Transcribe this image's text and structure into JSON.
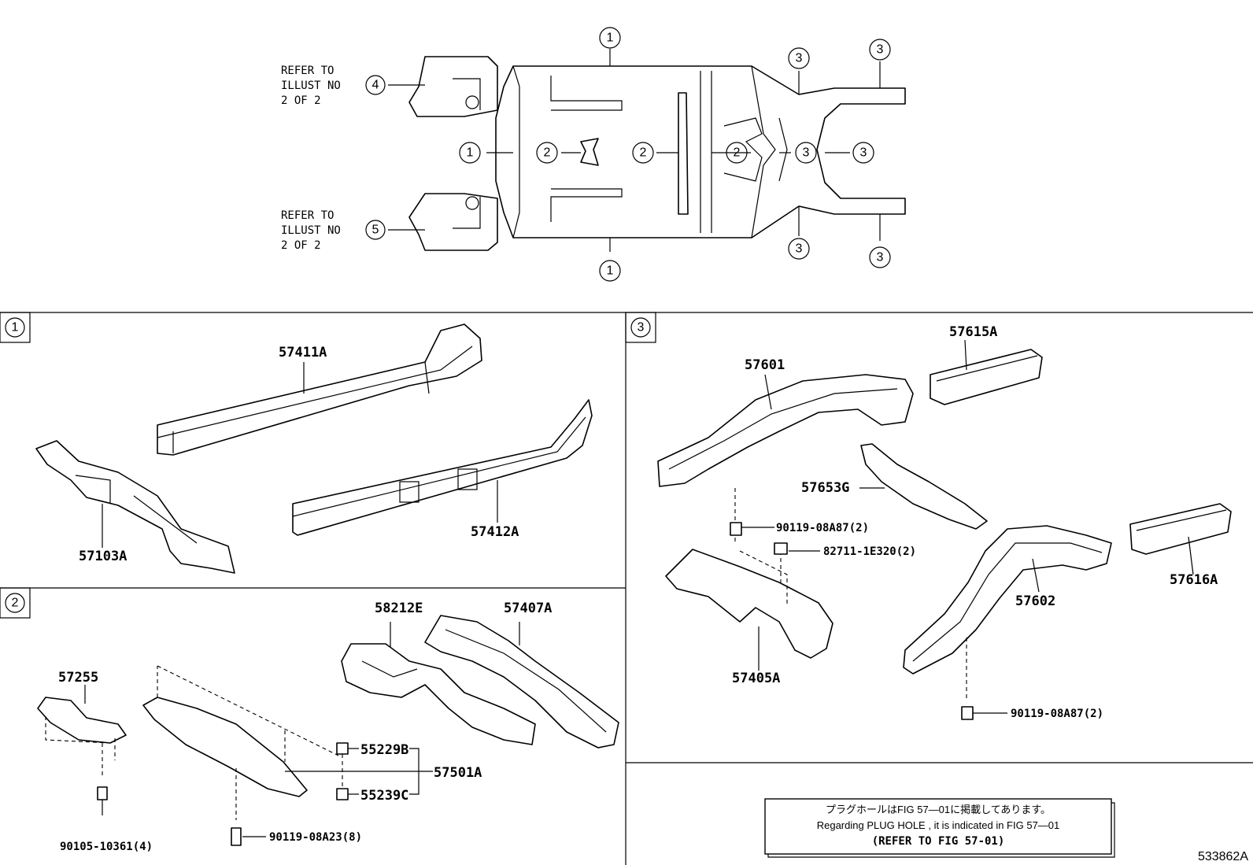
{
  "overview": {
    "callout_4": "4",
    "callout_5": "5",
    "refer_top": [
      "REFER TO",
      "ILLUST NO",
      "2 OF 2"
    ],
    "refer_bottom": [
      "REFER TO",
      "ILLUST NO",
      "2 OF 2"
    ],
    "callout_1": "1",
    "callout_2": "2",
    "callout_3": "3"
  },
  "sections": {
    "s1": {
      "id": "1",
      "parts": {
        "a": "57411A",
        "b": "57412A",
        "c": "57103A"
      }
    },
    "s2": {
      "id": "2",
      "parts": {
        "a": "58212E",
        "b": "57407A",
        "c": "57255",
        "d": "55229B",
        "e": "57501A",
        "f": "55239C",
        "g": "90105-10361(4)",
        "h": "90119-08A23(8)"
      }
    },
    "s3": {
      "id": "3",
      "parts": {
        "a": "57601",
        "b": "57615A",
        "c": "57653G",
        "d": "90119-08A87(2)",
        "e": "82711-1E320(2)",
        "f": "57602",
        "g": "57616A",
        "h": "57405A",
        "i": "90119-08A87(2)"
      }
    }
  },
  "note": {
    "jp": "プラグホールはFIG 57—01に掲載してあります。",
    "en": "Regarding  PLUG  HOLE , it is indicated in FIG  57—01",
    "ref": "(REFER TO FIG 57-01)"
  },
  "figure_code": "533862A"
}
